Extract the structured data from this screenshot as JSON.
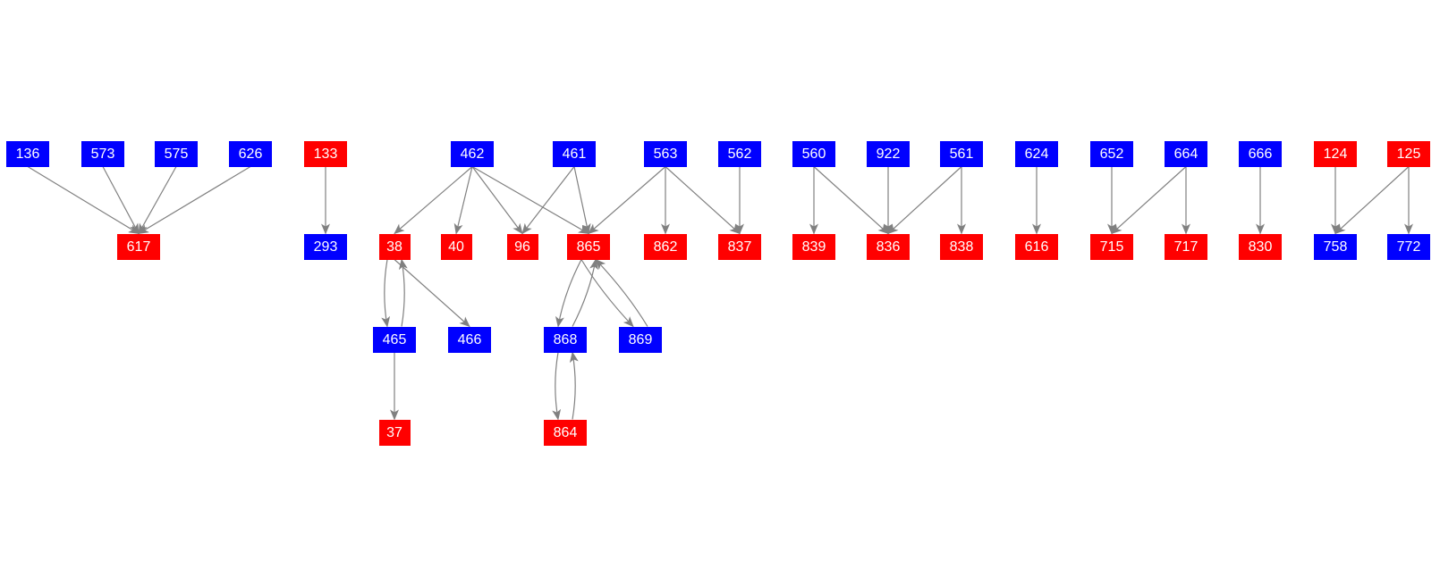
{
  "colors": {
    "blue": "#0000ff",
    "red": "#ff0000",
    "edge": "#808080"
  },
  "nodes": [
    {
      "id": "136",
      "color": "blue"
    },
    {
      "id": "573",
      "color": "blue"
    },
    {
      "id": "575",
      "color": "blue"
    },
    {
      "id": "626",
      "color": "blue"
    },
    {
      "id": "133",
      "color": "red"
    },
    {
      "id": "462",
      "color": "blue"
    },
    {
      "id": "461",
      "color": "blue"
    },
    {
      "id": "563",
      "color": "blue"
    },
    {
      "id": "562",
      "color": "blue"
    },
    {
      "id": "560",
      "color": "blue"
    },
    {
      "id": "922",
      "color": "blue"
    },
    {
      "id": "561",
      "color": "blue"
    },
    {
      "id": "624",
      "color": "blue"
    },
    {
      "id": "652",
      "color": "blue"
    },
    {
      "id": "664",
      "color": "blue"
    },
    {
      "id": "666",
      "color": "blue"
    },
    {
      "id": "124",
      "color": "red"
    },
    {
      "id": "125",
      "color": "red"
    },
    {
      "id": "617",
      "color": "red"
    },
    {
      "id": "293",
      "color": "blue"
    },
    {
      "id": "38",
      "color": "red"
    },
    {
      "id": "40",
      "color": "red"
    },
    {
      "id": "96",
      "color": "red"
    },
    {
      "id": "865",
      "color": "red"
    },
    {
      "id": "862",
      "color": "red"
    },
    {
      "id": "837",
      "color": "red"
    },
    {
      "id": "839",
      "color": "red"
    },
    {
      "id": "836",
      "color": "red"
    },
    {
      "id": "838",
      "color": "red"
    },
    {
      "id": "616",
      "color": "red"
    },
    {
      "id": "715",
      "color": "red"
    },
    {
      "id": "717",
      "color": "red"
    },
    {
      "id": "830",
      "color": "red"
    },
    {
      "id": "758",
      "color": "blue"
    },
    {
      "id": "772",
      "color": "blue"
    },
    {
      "id": "465",
      "color": "blue"
    },
    {
      "id": "466",
      "color": "blue"
    },
    {
      "id": "868",
      "color": "blue"
    },
    {
      "id": "869",
      "color": "blue"
    },
    {
      "id": "37",
      "color": "red"
    },
    {
      "id": "864",
      "color": "red"
    }
  ],
  "edges": [
    [
      "136",
      "617"
    ],
    [
      "573",
      "617"
    ],
    [
      "575",
      "617"
    ],
    [
      "626",
      "617"
    ],
    [
      "133",
      "293"
    ],
    [
      "462",
      "38"
    ],
    [
      "462",
      "40"
    ],
    [
      "462",
      "96"
    ],
    [
      "462",
      "865"
    ],
    [
      "461",
      "96"
    ],
    [
      "461",
      "865"
    ],
    [
      "563",
      "865"
    ],
    [
      "563",
      "862"
    ],
    [
      "563",
      "837"
    ],
    [
      "562",
      "837"
    ],
    [
      "560",
      "839"
    ],
    [
      "560",
      "836"
    ],
    [
      "922",
      "836"
    ],
    [
      "561",
      "836"
    ],
    [
      "561",
      "838"
    ],
    [
      "624",
      "616"
    ],
    [
      "652",
      "715"
    ],
    [
      "664",
      "715"
    ],
    [
      "664",
      "717"
    ],
    [
      "666",
      "830"
    ],
    [
      "124",
      "758"
    ],
    [
      "125",
      "758"
    ],
    [
      "125",
      "772"
    ],
    [
      "38",
      "465"
    ],
    [
      "465",
      "38"
    ],
    [
      "38",
      "466"
    ],
    [
      "465",
      "37"
    ],
    [
      "865",
      "868"
    ],
    [
      "868",
      "865"
    ],
    [
      "865",
      "869"
    ],
    [
      "869",
      "865"
    ],
    [
      "868",
      "864"
    ],
    [
      "864",
      "868"
    ]
  ]
}
